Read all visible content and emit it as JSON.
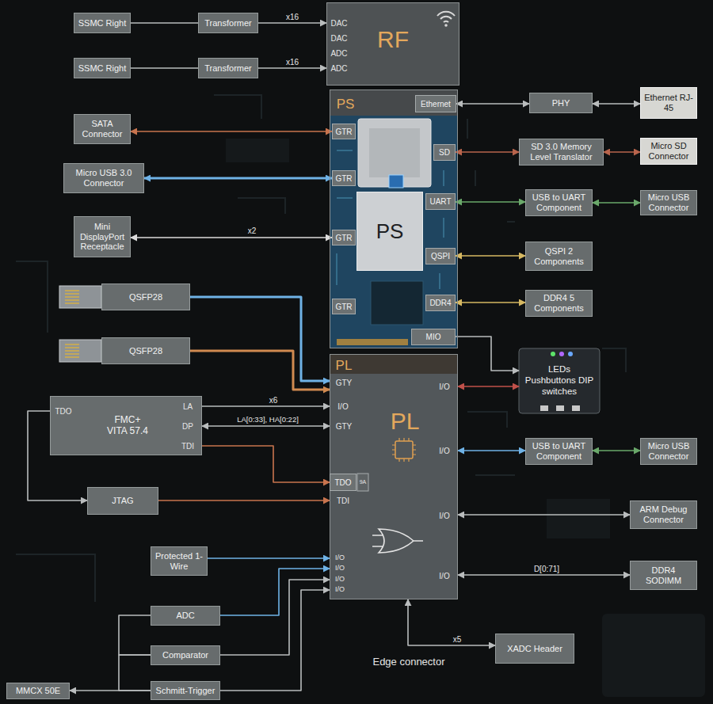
{
  "diagram": {
    "nodes": [
      {
        "text": [
          "SSMC Right"
        ]
      },
      {
        "text": [
          "Transformer"
        ]
      },
      {
        "text": [
          "RF"
        ]
      },
      {
        "text": [
          "SSMC Right"
        ]
      },
      {
        "text": [
          "Transformer"
        ]
      },
      {
        "text": [
          "PS"
        ]
      },
      {
        "text": [
          "Ethernet"
        ],
        "in": 5
      },
      {
        "text": [
          "PHY"
        ]
      },
      {
        "text": [
          "Ethernet RJ-45"
        ]
      },
      {
        "text": [
          "SATA Connector"
        ]
      },
      {
        "text": [
          "GTR"
        ],
        "in": 5
      },
      {
        "text": [
          "PS"
        ],
        "in": 5
      },
      {
        "text": [
          "SD"
        ],
        "in": 5
      },
      {
        "text": [
          "SD 3.0 Memory Level Translator"
        ]
      },
      {
        "text": [
          "Micro SD Connector"
        ]
      },
      {
        "text": [
          "Micro USB 3.0 Connector"
        ]
      },
      {
        "text": [
          "GTR"
        ],
        "in": 5
      },
      {
        "text": [
          "UART"
        ],
        "in": 5
      },
      {
        "text": [
          "USB to UART Component"
        ]
      },
      {
        "text": [
          "Micro USB Connector"
        ]
      },
      {
        "text": [
          "Mini DisplayPort Receptacle"
        ]
      },
      {
        "text": [
          "GTR"
        ],
        "in": 5
      },
      {
        "text": [
          "QSPI"
        ],
        "in": 5
      },
      {
        "text": [
          "QSPI 2 Components"
        ]
      },
      {
        "text": [
          "QSFP28"
        ]
      },
      {
        "text": [
          "GTR"
        ],
        "in": 5
      },
      {
        "text": [
          "DDR4"
        ],
        "in": 5
      },
      {
        "text": [
          "DDR4 5 Components"
        ]
      },
      {
        "text": [
          "QSFP28"
        ]
      },
      {
        "text": [
          "MIO"
        ],
        "in": 5
      },
      {
        "text": [
          "PL",
          "PL"
        ]
      },
      {
        "text": [
          "LEDs Pushbuttons DIP switches"
        ]
      },
      {
        "text": [
          "FMC+ VITA 57.4"
        ]
      },
      {
        "text": [
          "USB to UART Component"
        ]
      },
      {
        "text": [
          "Micro USB Connector"
        ]
      },
      {
        "text": [
          "TDO"
        ],
        "in": 30
      },
      {
        "text": [
          "JTAG"
        ]
      },
      {
        "text": [
          "ARM Debug Connector"
        ]
      },
      {
        "text": [
          "Protected 1-Wire"
        ]
      },
      {
        "text": [
          "DDR4 SODIMM"
        ]
      },
      {
        "text": [
          "ADC"
        ]
      },
      {
        "text": [
          "XADC Header"
        ]
      },
      {
        "text": [
          "Comparator"
        ]
      },
      {
        "text": [
          "MMCX 50E"
        ]
      },
      {
        "text": [
          "Schmitt-Trigger"
        ]
      }
    ],
    "edges": [
      {
        "from": 0,
        "to": 1,
        "arrow": "none"
      },
      {
        "from": 1,
        "to": 2,
        "label": "x16",
        "arrow": "to"
      },
      {
        "from": 3,
        "to": 4,
        "arrow": "none"
      },
      {
        "from": 4,
        "to": 2,
        "label": "x16",
        "arrow": "to"
      },
      {
        "from": 6,
        "to": 7,
        "arrow": "both"
      },
      {
        "from": 7,
        "to": 8,
        "arrow": "both"
      },
      {
        "from": 9,
        "to": 10,
        "arrow": "both"
      },
      {
        "from": 12,
        "to": 13,
        "arrow": "both"
      },
      {
        "from": 13,
        "to": 14,
        "arrow": "both"
      },
      {
        "from": 15,
        "to": 16,
        "arrow": "both"
      },
      {
        "from": 17,
        "to": 18,
        "arrow": "both"
      },
      {
        "from": 18,
        "to": 19,
        "arrow": "both"
      },
      {
        "from": 20,
        "to": 21,
        "label": "x2",
        "arrow": "both"
      },
      {
        "from": 22,
        "to": 23,
        "arrow": "both"
      },
      {
        "from": 24,
        "to": 30,
        "arrow": "to"
      },
      {
        "from": 26,
        "to": 27,
        "arrow": "both"
      },
      {
        "from": 28,
        "to": 30,
        "arrow": "to"
      },
      {
        "from": 29,
        "to": 31,
        "arrow": "to"
      },
      {
        "from": 30,
        "to": 31,
        "arrow": "both"
      },
      {
        "from": 32,
        "to": 30,
        "label": "x6",
        "arrow": "to"
      },
      {
        "from": 32,
        "to": 30,
        "label": "LA[0:33], HA[0:22]",
        "arrow": "both"
      },
      {
        "from": 32,
        "to": 35,
        "arrow": "to"
      },
      {
        "from": 30,
        "to": 33,
        "arrow": "both"
      },
      {
        "from": 33,
        "to": 34,
        "arrow": "both"
      },
      {
        "from": 32,
        "to": 36,
        "arrow": "to"
      },
      {
        "from": 36,
        "to": 30,
        "arrow": "to"
      },
      {
        "from": 30,
        "to": 37,
        "arrow": "both"
      },
      {
        "from": 38,
        "to": 30,
        "arrow": "to"
      },
      {
        "from": 30,
        "to": 39,
        "label": "D[0:71]",
        "arrow": "both"
      },
      {
        "from": 40,
        "to": 30,
        "arrow": "to"
      },
      {
        "from": 42,
        "to": 30,
        "arrow": "to"
      },
      {
        "from": 44,
        "to": 30,
        "arrow": "to"
      },
      {
        "from": 40,
        "to": 42,
        "arrow": "none"
      },
      {
        "from": 42,
        "to": 44,
        "arrow": "none"
      },
      {
        "from": 44,
        "to": 43,
        "arrow": "to"
      },
      {
        "from": 30,
        "to": 41,
        "label": "x5",
        "arrow": "both"
      }
    ],
    "labels": [
      "DAC",
      "DAC",
      "ADC",
      "ADC",
      "GTY",
      "I/O",
      "TDO",
      "LA",
      "I/O",
      "GTY",
      "DP",
      "TDI",
      "I/O",
      "9A",
      "TDI",
      "I/O",
      "I/O",
      "I/O",
      "I/O",
      "I/O",
      "I/O",
      "Edge connector"
    ]
  }
}
